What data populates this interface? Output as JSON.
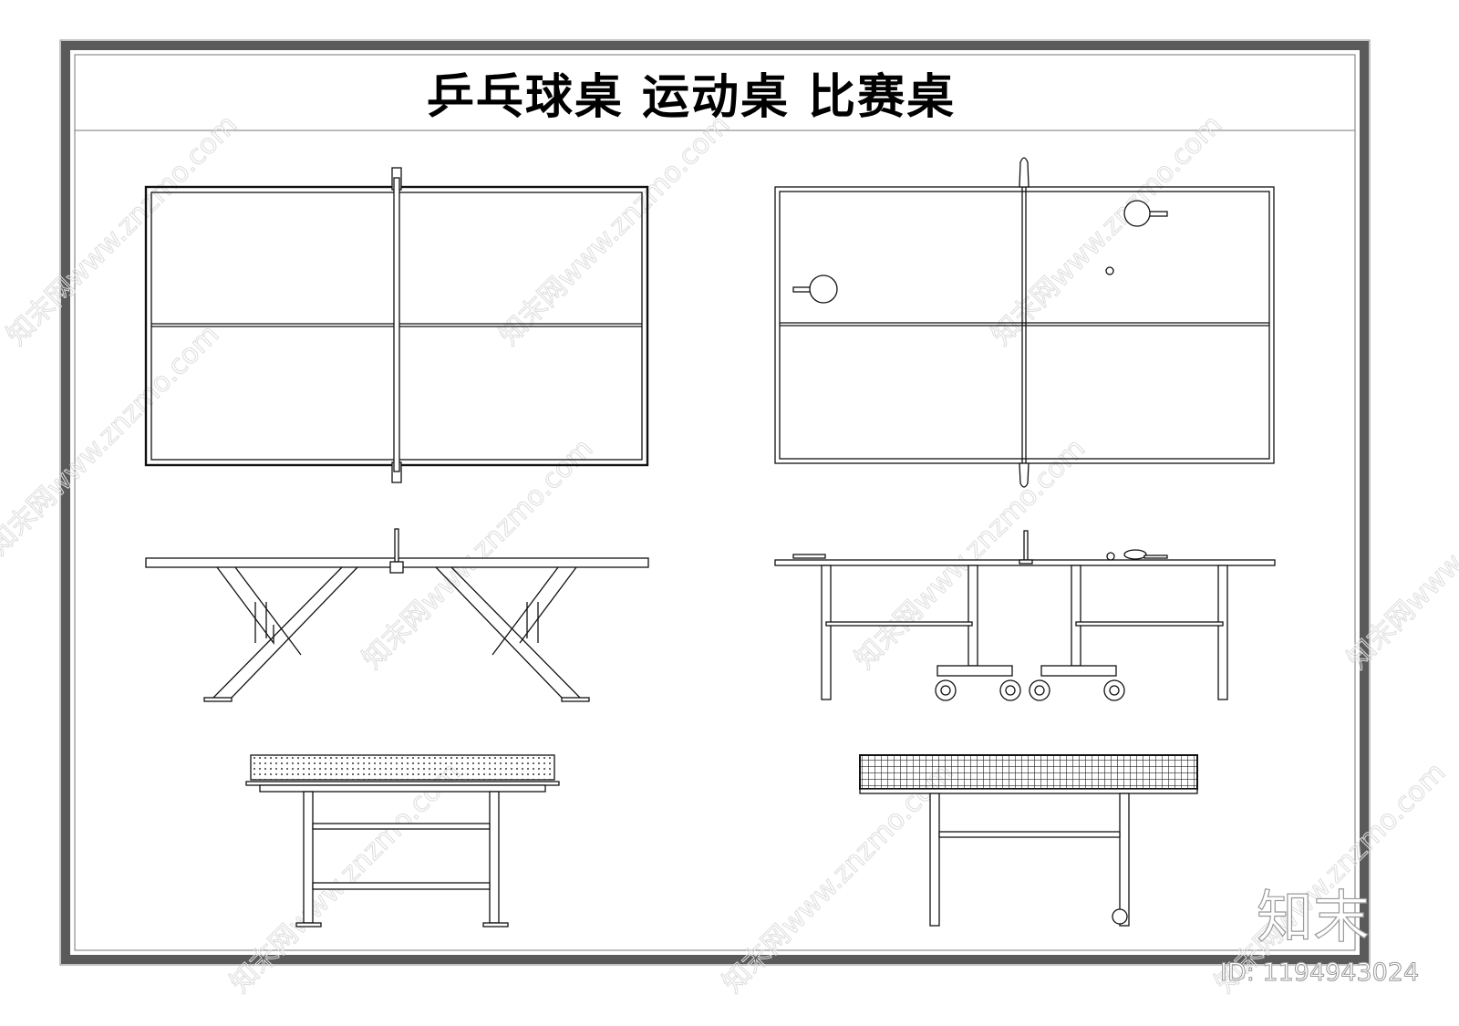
{
  "title": "乒乓球桌  运动桌  比赛桌",
  "watermark": "知末网www.znzmo.com",
  "logo": "知末",
  "id_label": "ID: 1194943024",
  "colors": {
    "frame": "#5a5a5a",
    "line": "#111111",
    "background": "#ffffff"
  },
  "views": [
    {
      "name": "competition-table-top-view"
    },
    {
      "name": "folding-table-top-view"
    },
    {
      "name": "competition-table-side-view"
    },
    {
      "name": "folding-table-side-view"
    },
    {
      "name": "competition-table-end-view"
    },
    {
      "name": "folding-table-end-view"
    }
  ]
}
